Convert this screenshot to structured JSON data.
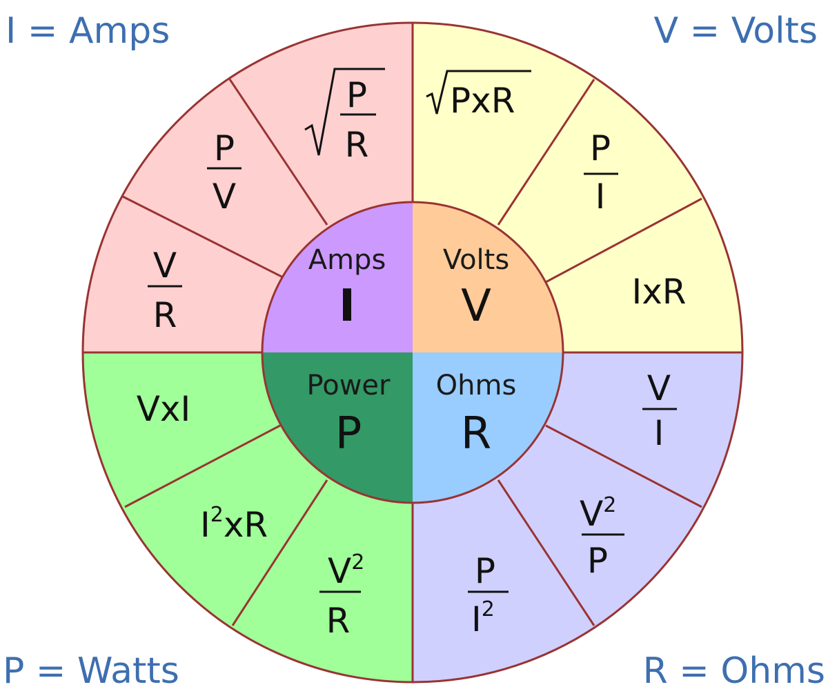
{
  "corners": {
    "amps": "I = Amps",
    "volts": "V = Volts",
    "watts": "P = Watts",
    "ohms": "R = Ohms"
  },
  "center": {
    "amps": {
      "title": "Amps",
      "symbol": "I"
    },
    "volts": {
      "title": "Volts",
      "symbol": "V"
    },
    "power": {
      "title": "Power",
      "symbol": "P"
    },
    "ohms": {
      "title": "Ohms",
      "symbol": "R"
    }
  },
  "formulas": {
    "current": {
      "sqrt": {
        "num": "P",
        "den": "R"
      },
      "frac1": {
        "num": "P",
        "den": "V"
      },
      "frac2": {
        "num": "V",
        "den": "R"
      }
    },
    "voltage": {
      "sqrt": {
        "radicand": "PxR"
      },
      "frac": {
        "num": "P",
        "den": "I"
      },
      "product": "IxR"
    },
    "power": {
      "product": "VxI",
      "i2r": {
        "base": "I",
        "exp": "2",
        "rest": "xR"
      },
      "frac": {
        "num": "V",
        "num_exp": "2",
        "den": "R"
      }
    },
    "resistance": {
      "frac1": {
        "num": "V",
        "den": "I"
      },
      "frac2": {
        "num": "V",
        "num_exp": "2",
        "den": "P"
      },
      "frac3": {
        "num": "P",
        "den": "I",
        "den_exp": "2"
      }
    }
  },
  "colors": {
    "current_quadrant": "#ffd0d0",
    "voltage_quadrant": "#ffffc8",
    "power_quadrant": "#a0ff98",
    "resistance_quadrant": "#d0d0ff",
    "amps_center": "#cc99ff",
    "volts_center": "#ffcc99",
    "power_center": "#339966",
    "ohms_center": "#99ccff",
    "outline": "#993333",
    "corner_text": "#3d6fb0"
  }
}
